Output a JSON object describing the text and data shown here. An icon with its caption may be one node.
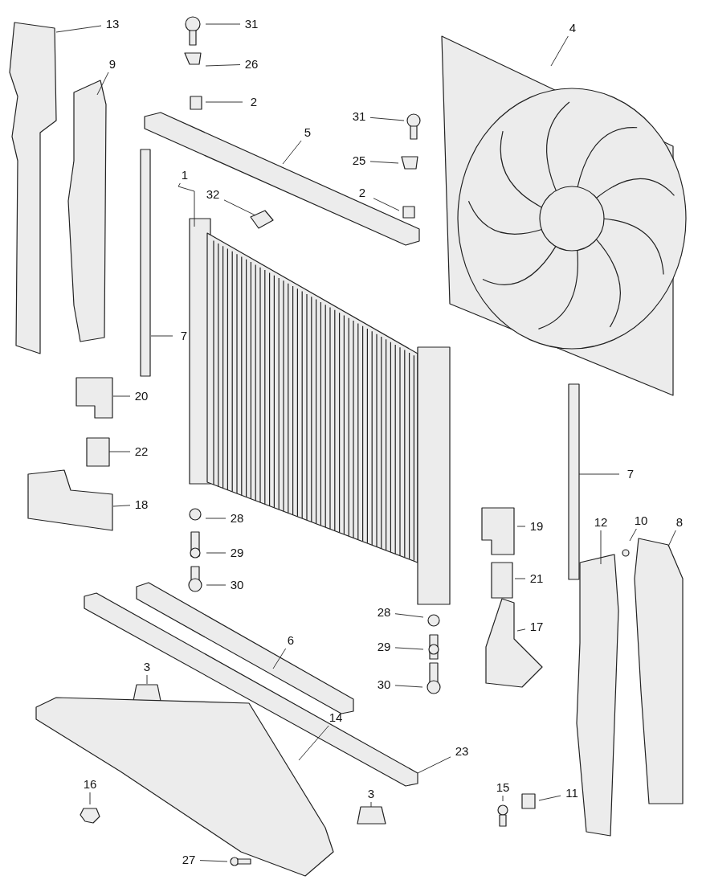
{
  "diagram": {
    "nodes": [
      {
        "text": [
          "13"
        ]
      },
      {
        "text": [
          "31"
        ]
      },
      {
        "text": [
          "4"
        ]
      },
      {
        "text": [
          "9"
        ]
      },
      {
        "text": [
          "26"
        ]
      },
      {
        "text": [
          "2"
        ]
      },
      {
        "text": [
          "31"
        ]
      },
      {
        "text": [
          "5"
        ]
      },
      {
        "text": [
          "25"
        ]
      },
      {
        "text": [
          "1"
        ]
      },
      {
        "text": [
          "32"
        ]
      },
      {
        "text": [
          "2"
        ]
      },
      {
        "text": [
          "7"
        ]
      },
      {
        "text": [
          "20"
        ]
      },
      {
        "text": [
          "22"
        ]
      },
      {
        "text": [
          "7"
        ]
      },
      {
        "text": [
          "18"
        ]
      },
      {
        "text": [
          "28"
        ]
      },
      {
        "text": [
          "12"
        ]
      },
      {
        "text": [
          "10"
        ]
      },
      {
        "text": [
          "8"
        ]
      },
      {
        "text": [
          "19"
        ]
      },
      {
        "text": [
          "29"
        ]
      },
      {
        "text": [
          "21"
        ]
      },
      {
        "text": [
          "30"
        ]
      },
      {
        "text": [
          "28"
        ]
      },
      {
        "text": [
          "17"
        ]
      },
      {
        "text": [
          "6"
        ]
      },
      {
        "text": [
          "3"
        ]
      },
      {
        "text": [
          "29"
        ]
      },
      {
        "text": [
          "30"
        ]
      },
      {
        "text": [
          "14"
        ]
      },
      {
        "text": [
          "23"
        ]
      },
      {
        "text": [
          "16"
        ]
      },
      {
        "text": [
          "3"
        ]
      },
      {
        "text": [
          "15"
        ]
      },
      {
        "text": [
          "11"
        ]
      },
      {
        "text": [
          "27"
        ]
      }
    ],
    "edges": [
      {
        "from": 0,
        "to": null,
        "arrow": "none"
      },
      {
        "from": 1,
        "to": null,
        "arrow": "none"
      },
      {
        "from": 2,
        "to": null,
        "arrow": "none"
      },
      {
        "from": 3,
        "to": null,
        "arrow": "none"
      },
      {
        "from": 4,
        "to": null,
        "arrow": "none"
      },
      {
        "from": 5,
        "to": null,
        "arrow": "none"
      },
      {
        "from": 6,
        "to": null,
        "arrow": "none"
      },
      {
        "from": 7,
        "to": null,
        "arrow": "none"
      },
      {
        "from": 8,
        "to": null,
        "arrow": "none"
      },
      {
        "from": 9,
        "to": null,
        "arrow": "none"
      },
      {
        "from": 10,
        "to": null,
        "arrow": "none"
      },
      {
        "from": 11,
        "to": null,
        "arrow": "none"
      },
      {
        "from": 12,
        "to": null,
        "arrow": "none"
      },
      {
        "from": 13,
        "to": null,
        "arrow": "none"
      },
      {
        "from": 14,
        "to": null,
        "arrow": "none"
      },
      {
        "from": 15,
        "to": null,
        "arrow": "none"
      },
      {
        "from": 16,
        "to": null,
        "arrow": "none"
      },
      {
        "from": 17,
        "to": null,
        "arrow": "none"
      },
      {
        "from": 18,
        "to": null,
        "arrow": "none"
      },
      {
        "from": 19,
        "to": null,
        "arrow": "none"
      },
      {
        "from": 20,
        "to": null,
        "arrow": "none"
      },
      {
        "from": 21,
        "to": null,
        "arrow": "none"
      },
      {
        "from": 22,
        "to": null,
        "arrow": "none"
      },
      {
        "from": 23,
        "to": null,
        "arrow": "none"
      },
      {
        "from": 24,
        "to": null,
        "arrow": "none"
      },
      {
        "from": 25,
        "to": null,
        "arrow": "none"
      },
      {
        "from": 26,
        "to": null,
        "arrow": "none"
      },
      {
        "from": 27,
        "to": null,
        "arrow": "none"
      },
      {
        "from": 28,
        "to": null,
        "arrow": "none"
      },
      {
        "from": 29,
        "to": null,
        "arrow": "none"
      },
      {
        "from": 30,
        "to": null,
        "arrow": "none"
      },
      {
        "from": 31,
        "to": null,
        "arrow": "none"
      },
      {
        "from": 32,
        "to": null,
        "arrow": "none"
      },
      {
        "from": 33,
        "to": null,
        "arrow": "none"
      },
      {
        "from": 34,
        "to": null,
        "arrow": "none"
      },
      {
        "from": 35,
        "to": null,
        "arrow": "none"
      },
      {
        "from": 36,
        "to": null,
        "arrow": "none"
      },
      {
        "from": 37,
        "to": null,
        "arrow": "none"
      }
    ]
  }
}
